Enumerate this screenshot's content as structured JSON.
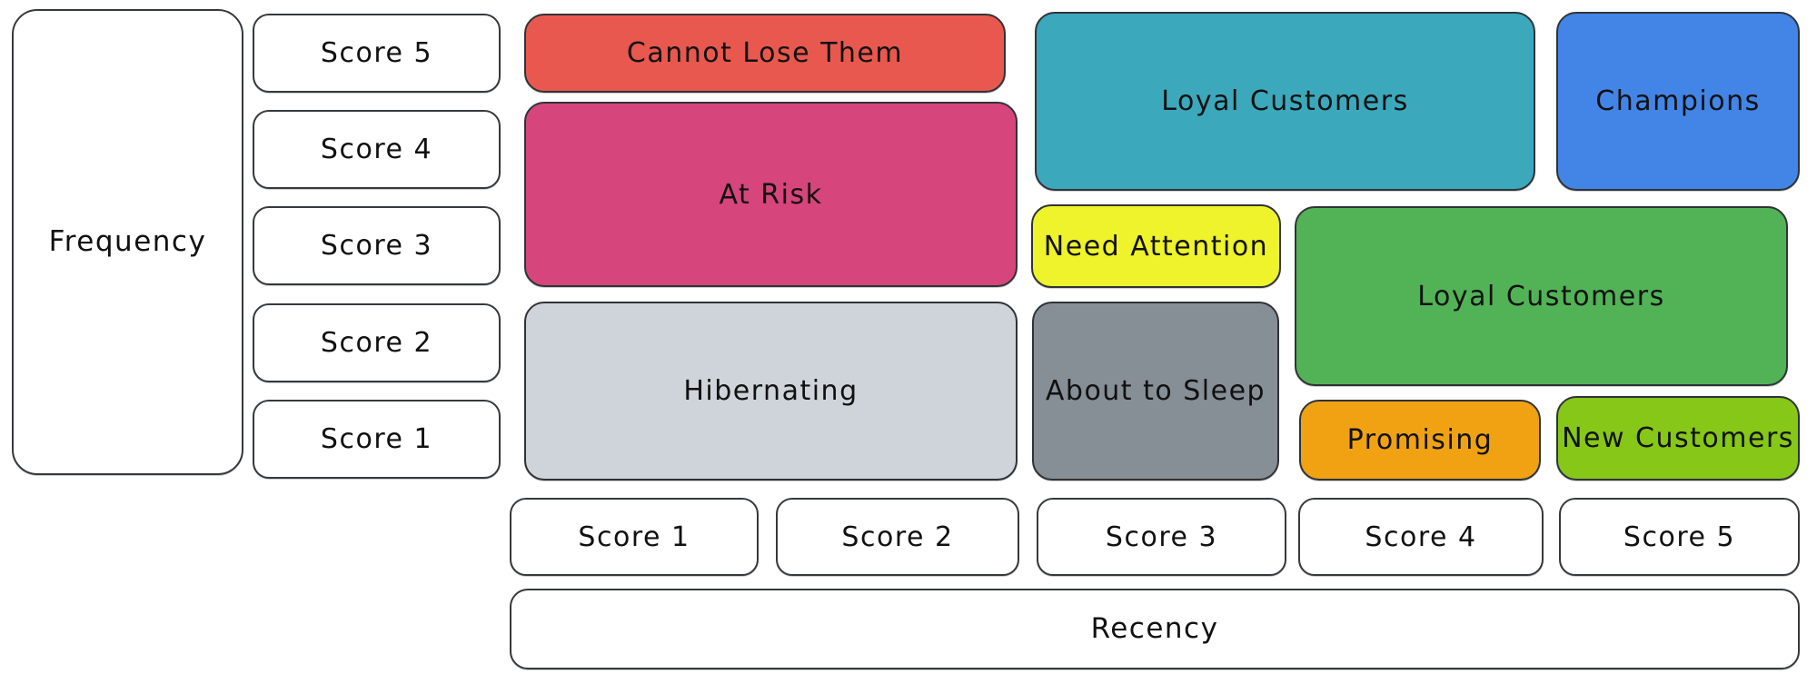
{
  "frequency_axis": {
    "label": "Frequency",
    "scores": [
      "Score 5",
      "Score 4",
      "Score 3",
      "Score 2",
      "Score 1"
    ]
  },
  "recency_axis": {
    "label": "Recency",
    "scores": [
      "Score 1",
      "Score 2",
      "Score 3",
      "Score 4",
      "Score 5"
    ]
  },
  "segments": [
    {
      "id": "cannot-lose-them",
      "label": "Cannot Lose Them",
      "color": "#e8584e"
    },
    {
      "id": "at-risk",
      "label": "At Risk",
      "color": "#d6457c"
    },
    {
      "id": "hibernating",
      "label": "Hibernating",
      "color": "#ced4da"
    },
    {
      "id": "loyal-customers-top",
      "label": "Loyal Customers",
      "color": "#3ba8bc"
    },
    {
      "id": "champions",
      "label": "Champions",
      "color": "#4285e6"
    },
    {
      "id": "need-attention",
      "label": "Need Attention",
      "color": "#eef32b"
    },
    {
      "id": "loyal-customers-right",
      "label": "Loyal Customers",
      "color": "#51b356"
    },
    {
      "id": "about-to-sleep",
      "label": "About to Sleep",
      "color": "#868e96"
    },
    {
      "id": "promising",
      "label": "Promising",
      "color": "#f0a213"
    },
    {
      "id": "new-customers",
      "label": "New Customers",
      "color": "#86c717"
    }
  ],
  "colors": {
    "border": "#36393d",
    "text": "#111111",
    "background": "#ffffff"
  }
}
